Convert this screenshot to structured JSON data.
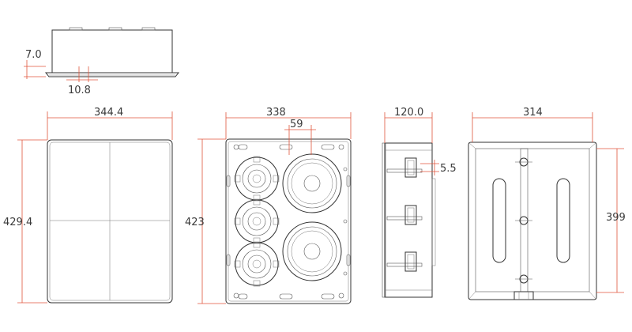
{
  "drawing": {
    "top_view": {
      "dim_a": "7.0",
      "dim_b": "10.8"
    },
    "front_grille": {
      "width": "344.4",
      "height": "429.4"
    },
    "front_open": {
      "width": "338",
      "height": "423",
      "offset": "59"
    },
    "side_view": {
      "depth": "120.0",
      "lip": "5.5"
    },
    "back_view": {
      "width": "314",
      "height": "399"
    }
  },
  "colors": {
    "dimension_line": "#e0553b",
    "outline": "#333333"
  }
}
